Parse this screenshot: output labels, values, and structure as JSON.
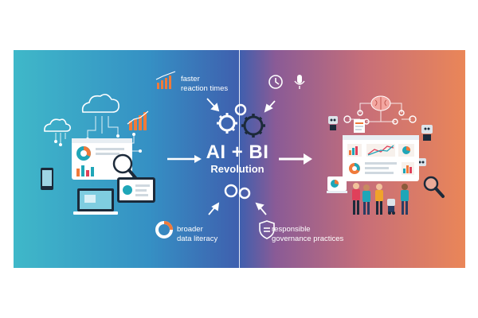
{
  "hero": {
    "title_line1": "AI + BI",
    "title_line2": "Revolution"
  },
  "callouts": {
    "top": {
      "line1": "faster",
      "line2": "reaction times"
    },
    "bottom_left": {
      "line1": "broader",
      "line2": "data literacy"
    },
    "bottom_right": {
      "line1": "responsible",
      "line2": "governance practices"
    }
  },
  "icons": {
    "left_scene": [
      "cloud-icon",
      "laptop-icon",
      "tablet-icon",
      "phone-icon",
      "magnifier-icon",
      "donut-chart-icon",
      "bar-chart-icon"
    ],
    "center": [
      "gear-icon",
      "arrow-icon"
    ],
    "right_scene": [
      "brain-icon",
      "robot-icon",
      "clock-icon",
      "microphone-icon",
      "dashboard-icon",
      "people-icon",
      "shield-icon"
    ]
  },
  "colors": {
    "gradient_left": "#3fb8c9",
    "gradient_mid": "#3f5fae",
    "gradient_right": "#ea8658",
    "accent_orange": "#f07a3a",
    "accent_teal": "#1fa6b8"
  }
}
